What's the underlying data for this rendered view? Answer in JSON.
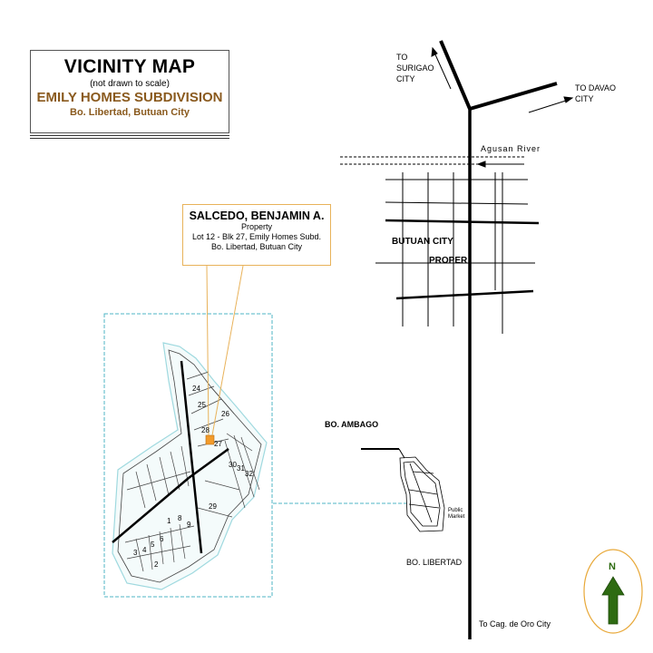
{
  "title": {
    "main": "VICINITY MAP",
    "note": "(not drawn to scale)",
    "subdivision": "EMILY HOMES SUBDIVISION",
    "location": "Bo. Libertad, Butuan City"
  },
  "property_box": {
    "owner": "SALCEDO, BENJAMIN A.",
    "line1": "Property",
    "line2": "Lot 12 - Blk 27, Emily Homes Subd.",
    "line3": "Bo. Libertad, Butuan City"
  },
  "labels": {
    "to_surigao_1": "TO",
    "to_surigao_2": "SURIGAO",
    "to_surigao_3": "CITY",
    "to_davao_1": "TO DAVAO",
    "to_davao_2": "CITY",
    "agusan_river": "Agusan   River",
    "butuan_city": "BUTUAN CITY",
    "proper": "PROPER",
    "bo_ambago": "BO.  AMBAGO",
    "public_market": "Public Market",
    "bo_libertad": "BO.  LIBERTAD",
    "to_cdo": "To  Cag. de Oro City",
    "north": "N"
  },
  "lot_numbers": [
    "24",
    "25",
    "26",
    "28",
    "27",
    "30",
    "31",
    "32",
    "29",
    "1",
    "8",
    "9",
    "6",
    "5",
    "4",
    "3",
    "2"
  ],
  "colors": {
    "accent_brown": "#8a5a1e",
    "property_box_border": "#e8b25a",
    "property_marker": "#f29b2b",
    "inset_border": "#4fb6c6",
    "north_arrow": "#2e6b12",
    "north_circle": "#e8a838"
  }
}
